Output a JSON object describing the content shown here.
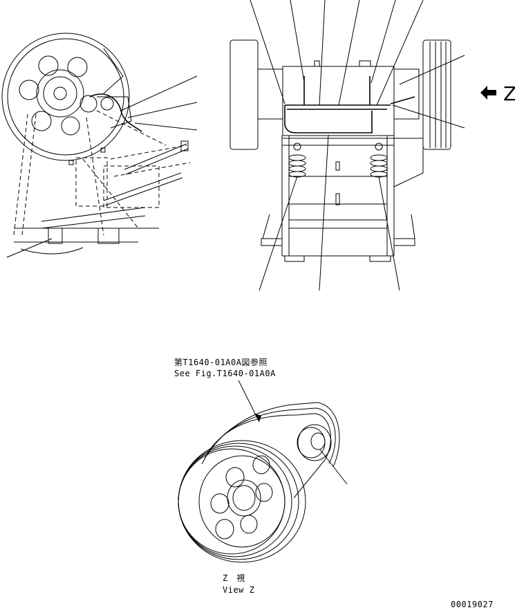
{
  "callout_ref": {
    "line_jp": "第T1640-01A0A図参照",
    "line_en": "See Fig.T1640-01A0A"
  },
  "view_label": {
    "jp": "Z　視",
    "en": "View Z"
  },
  "view_marker": "Z",
  "drawing_number": "00019027"
}
